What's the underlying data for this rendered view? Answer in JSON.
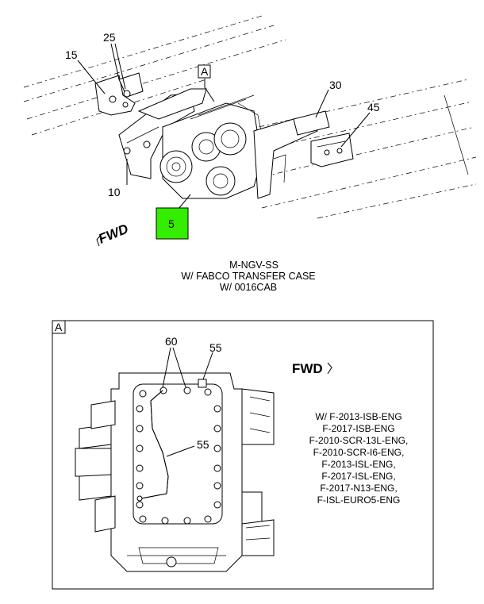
{
  "main_view": {
    "callouts": {
      "c25": "25",
      "c15": "15",
      "c30": "30",
      "c45": "45",
      "c10": "10",
      "c5": "5"
    },
    "detail_ref": "A",
    "fwd_label": "FWD",
    "highlight_color": "#33ee00",
    "caption": {
      "line1": "M-NGV-SS",
      "line2": "W/ FABCO TRANSFER CASE",
      "line3": "W/ 0016CAB"
    }
  },
  "detail_view": {
    "label": "A",
    "callouts": {
      "c60": "60",
      "c55_top": "55",
      "c55_mid": "55"
    },
    "fwd_label": "FWD",
    "applicability": [
      "W/ F-2013-ISB-ENG",
      "F-2017-ISB-ENG",
      "F-2010-SCR-13L-ENG,",
      "F-2010-SCR-I6-ENG,",
      "F-2013-ISL-ENG,",
      "F-2017-ISL-ENG,",
      "F-2017-N13-ENG,",
      "F-ISL-EURO5-ENG"
    ]
  }
}
